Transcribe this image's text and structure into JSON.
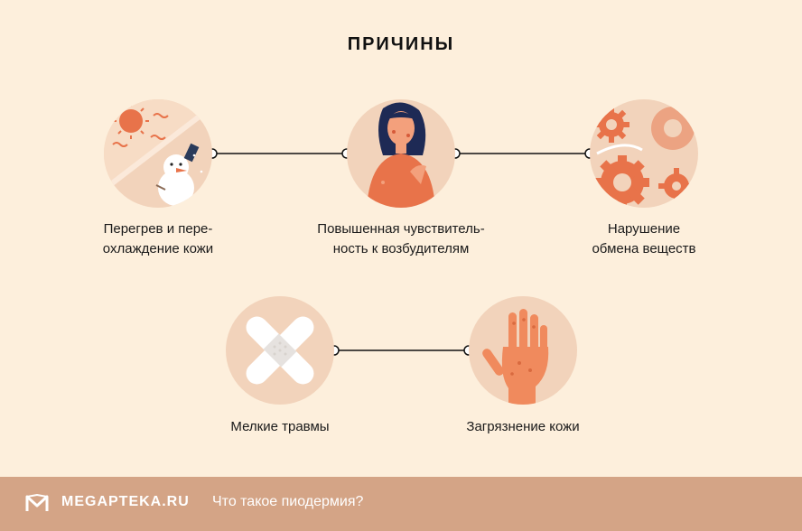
{
  "title": "ПРИЧИНЫ",
  "causes": [
    {
      "label": "Перегрев и пере-\nохлаждение кожи",
      "icon": "sun-snowman-icon"
    },
    {
      "label": "Повышенная чувствитель-\nность к возбудителям",
      "icon": "woman-icon"
    },
    {
      "label": "Нарушение\nобмена веществ",
      "icon": "gears-icon"
    },
    {
      "label": "Мелкие травмы",
      "icon": "bandage-icon"
    },
    {
      "label": "Загрязнение кожи",
      "icon": "hand-icon"
    }
  ],
  "footer": {
    "brand": "MEGAPTEKA.RU",
    "subtitle": "Что такое пиодермия?"
  },
  "colors": {
    "background": "#fdefdc",
    "circle": "#f2d3bb",
    "accent": "#e8734a",
    "footer": "#d4a486"
  }
}
